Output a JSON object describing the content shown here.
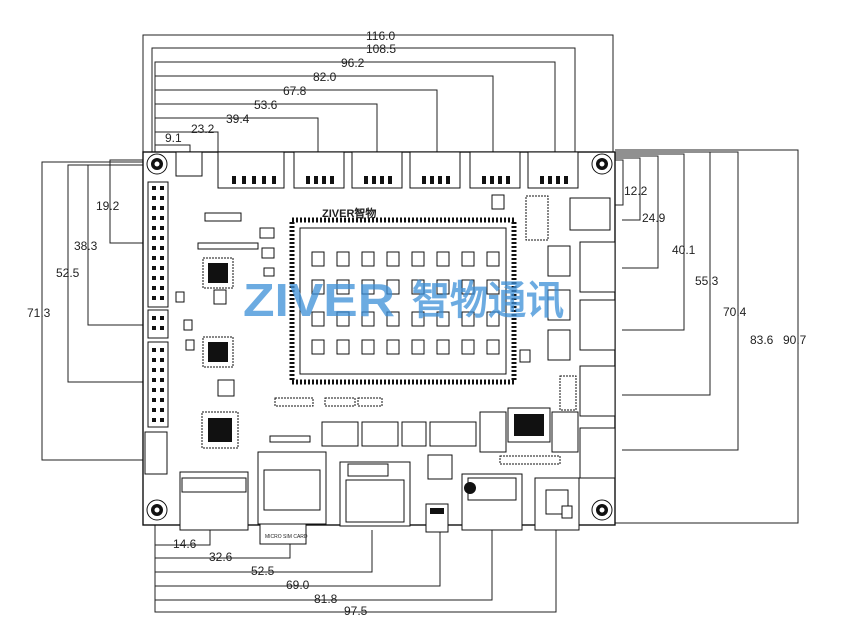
{
  "board": {
    "silkscreen_logo": "ZIVER智物",
    "sim_label": "MICRO SIM CARD"
  },
  "watermark": {
    "latin": "ZIVER",
    "chinese": "智物通讯"
  },
  "dimensions": {
    "top": [
      "116.0",
      "108.5",
      "96.2",
      "82.0",
      "67.8",
      "53.6",
      "39.4",
      "23.2",
      "9.1"
    ],
    "left": [
      "19.2",
      "38.3",
      "52.5",
      "71.3"
    ],
    "right": [
      "12.2",
      "24.9",
      "40.1",
      "55.3",
      "70.4",
      "83.6",
      "90.7"
    ],
    "bottom": [
      "14.6",
      "32.6",
      "52.5",
      "69.0",
      "81.8",
      "97.5"
    ]
  },
  "colors": {
    "watermark": "#3c8fd8",
    "line": "#222222"
  }
}
